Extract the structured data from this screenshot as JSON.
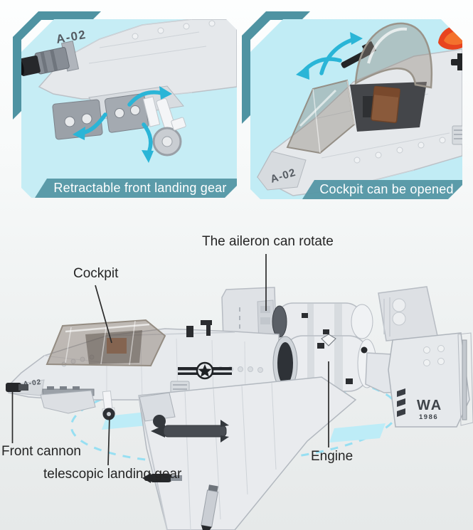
{
  "page": {
    "type": "toy-aircraft-feature-graphic"
  },
  "panels": [
    {
      "caption": "Retractable front landing gear",
      "marking": "A-02"
    },
    {
      "caption": "Cockpit can be opened",
      "marking": "A-02"
    }
  ],
  "main": {
    "labels": {
      "aileron": "The aileron can rotate",
      "cockpit": "Cockpit",
      "front_cannon": "Front cannon",
      "landing_gear": "telescopic landing gear",
      "engine": "Engine"
    },
    "markings": {
      "nose": "A-02",
      "tail_code": "WA",
      "tail_number": "1986"
    }
  },
  "colors": {
    "panel_background": "#c6edf5",
    "corner_accent": "#4f93a2",
    "caption_background": "#5697a5",
    "rotation_arrow": "#2ab5d7",
    "dashed_orbit": "#97dff2",
    "flame_decal": "#e8441f",
    "brick_body": "#e7eaed"
  }
}
